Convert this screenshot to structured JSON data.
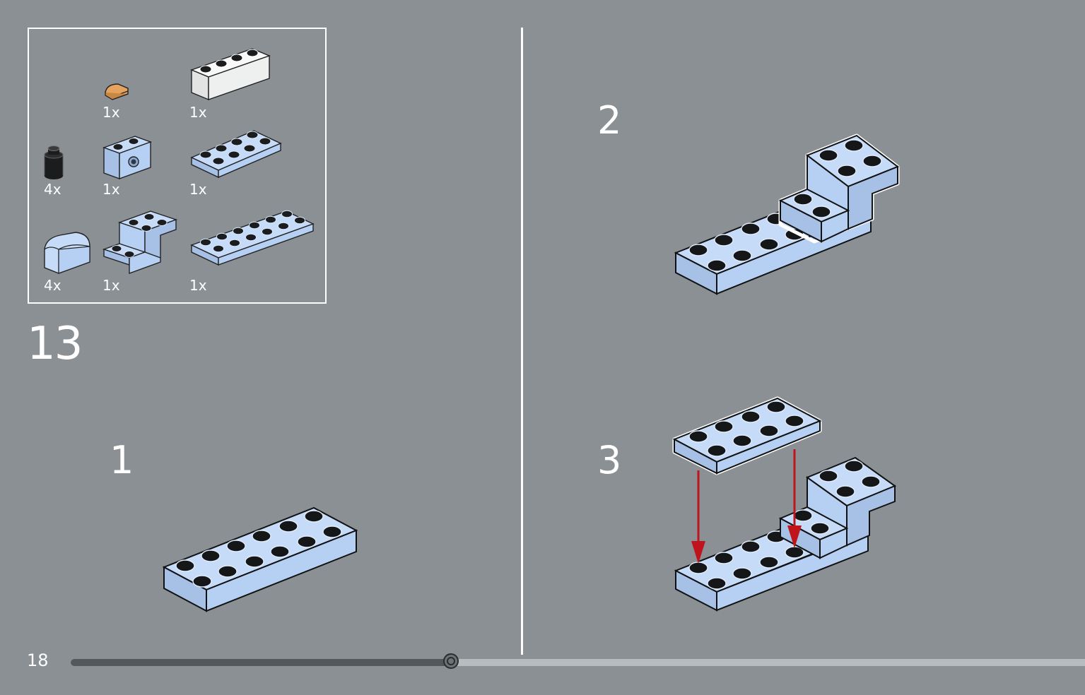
{
  "colors": {
    "background": "#8a9093",
    "brick_light_blue": "#b6d0f3",
    "brick_white": "#f3f5f4",
    "brick_tan": "#e6a25f",
    "brick_black": "#1b1c1d",
    "arrow_red": "#c0141c",
    "outline": "#ffffff"
  },
  "parts_list": {
    "items": [
      {
        "icon": "tan-tile-icon",
        "quantity": "1x"
      },
      {
        "icon": "white-brick-1x4-icon",
        "quantity": "1x"
      },
      {
        "icon": "black-round-brick-icon",
        "quantity": "4x"
      },
      {
        "icon": "technic-brick-icon",
        "quantity": "1x"
      },
      {
        "icon": "plate-2x4-icon",
        "quantity": "1x"
      },
      {
        "icon": "curved-slope-icon",
        "quantity": "4x"
      },
      {
        "icon": "bracket-icon",
        "quantity": "1x"
      },
      {
        "icon": "plate-2x8-icon",
        "quantity": "1x"
      }
    ]
  },
  "step": {
    "number": "13",
    "substeps": [
      "1",
      "2",
      "3"
    ]
  },
  "footer": {
    "page_number": "18",
    "progress": 0.376
  }
}
